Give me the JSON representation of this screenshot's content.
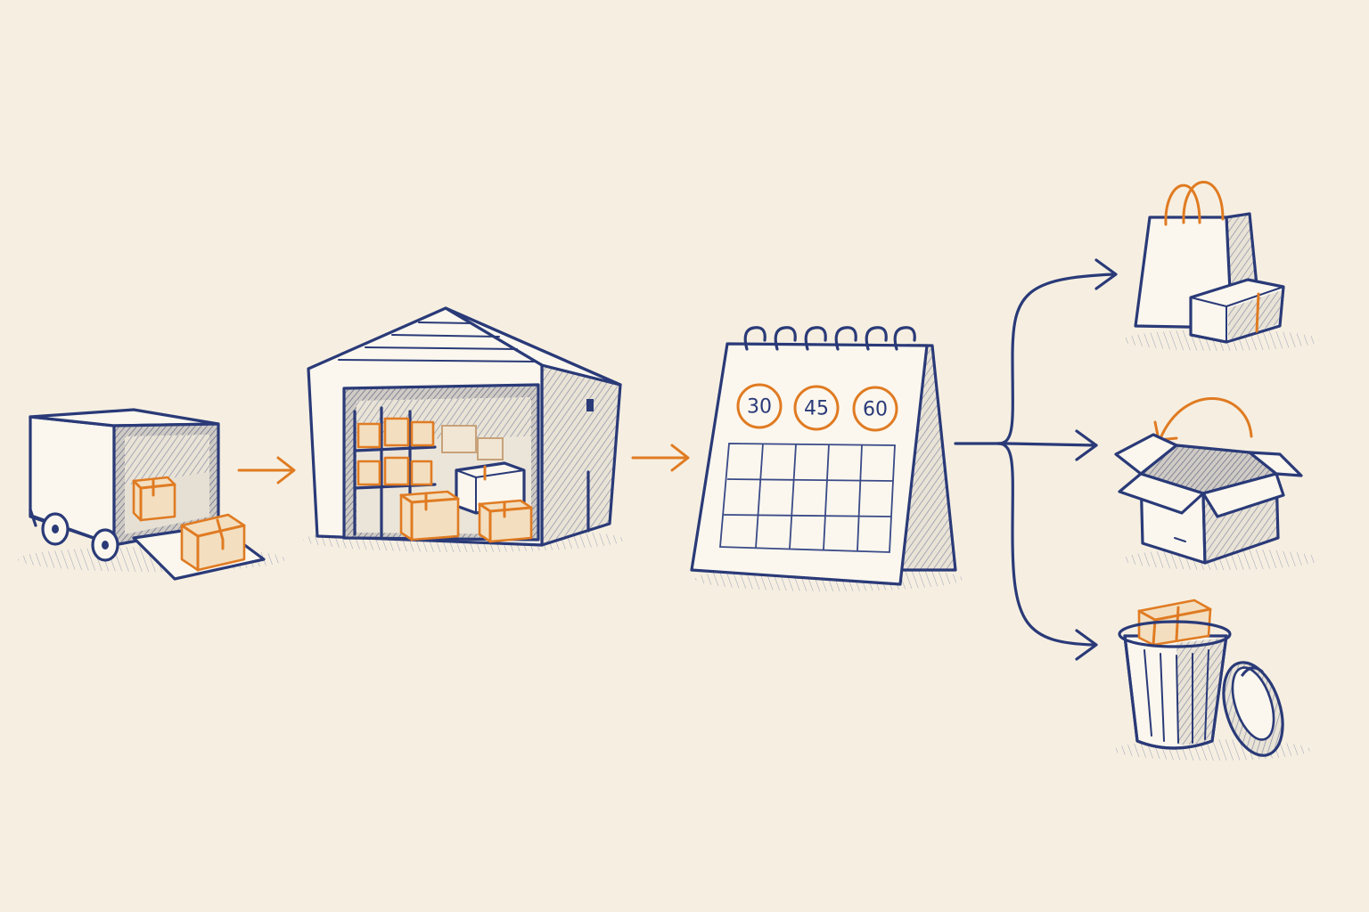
{
  "calendar": {
    "badges": [
      "30",
      "45",
      "60"
    ]
  },
  "colors": {
    "background": "#f6efe1",
    "ink": "#2a3a78",
    "accent": "#e07b22"
  },
  "icons": {
    "stage1": "delivery-truck-icon",
    "stage2": "warehouse-icon",
    "stage3": "calendar-icon",
    "outcome1": "shopping-bag-icon",
    "outcome2": "return-box-icon",
    "outcome3": "trash-can-icon"
  }
}
